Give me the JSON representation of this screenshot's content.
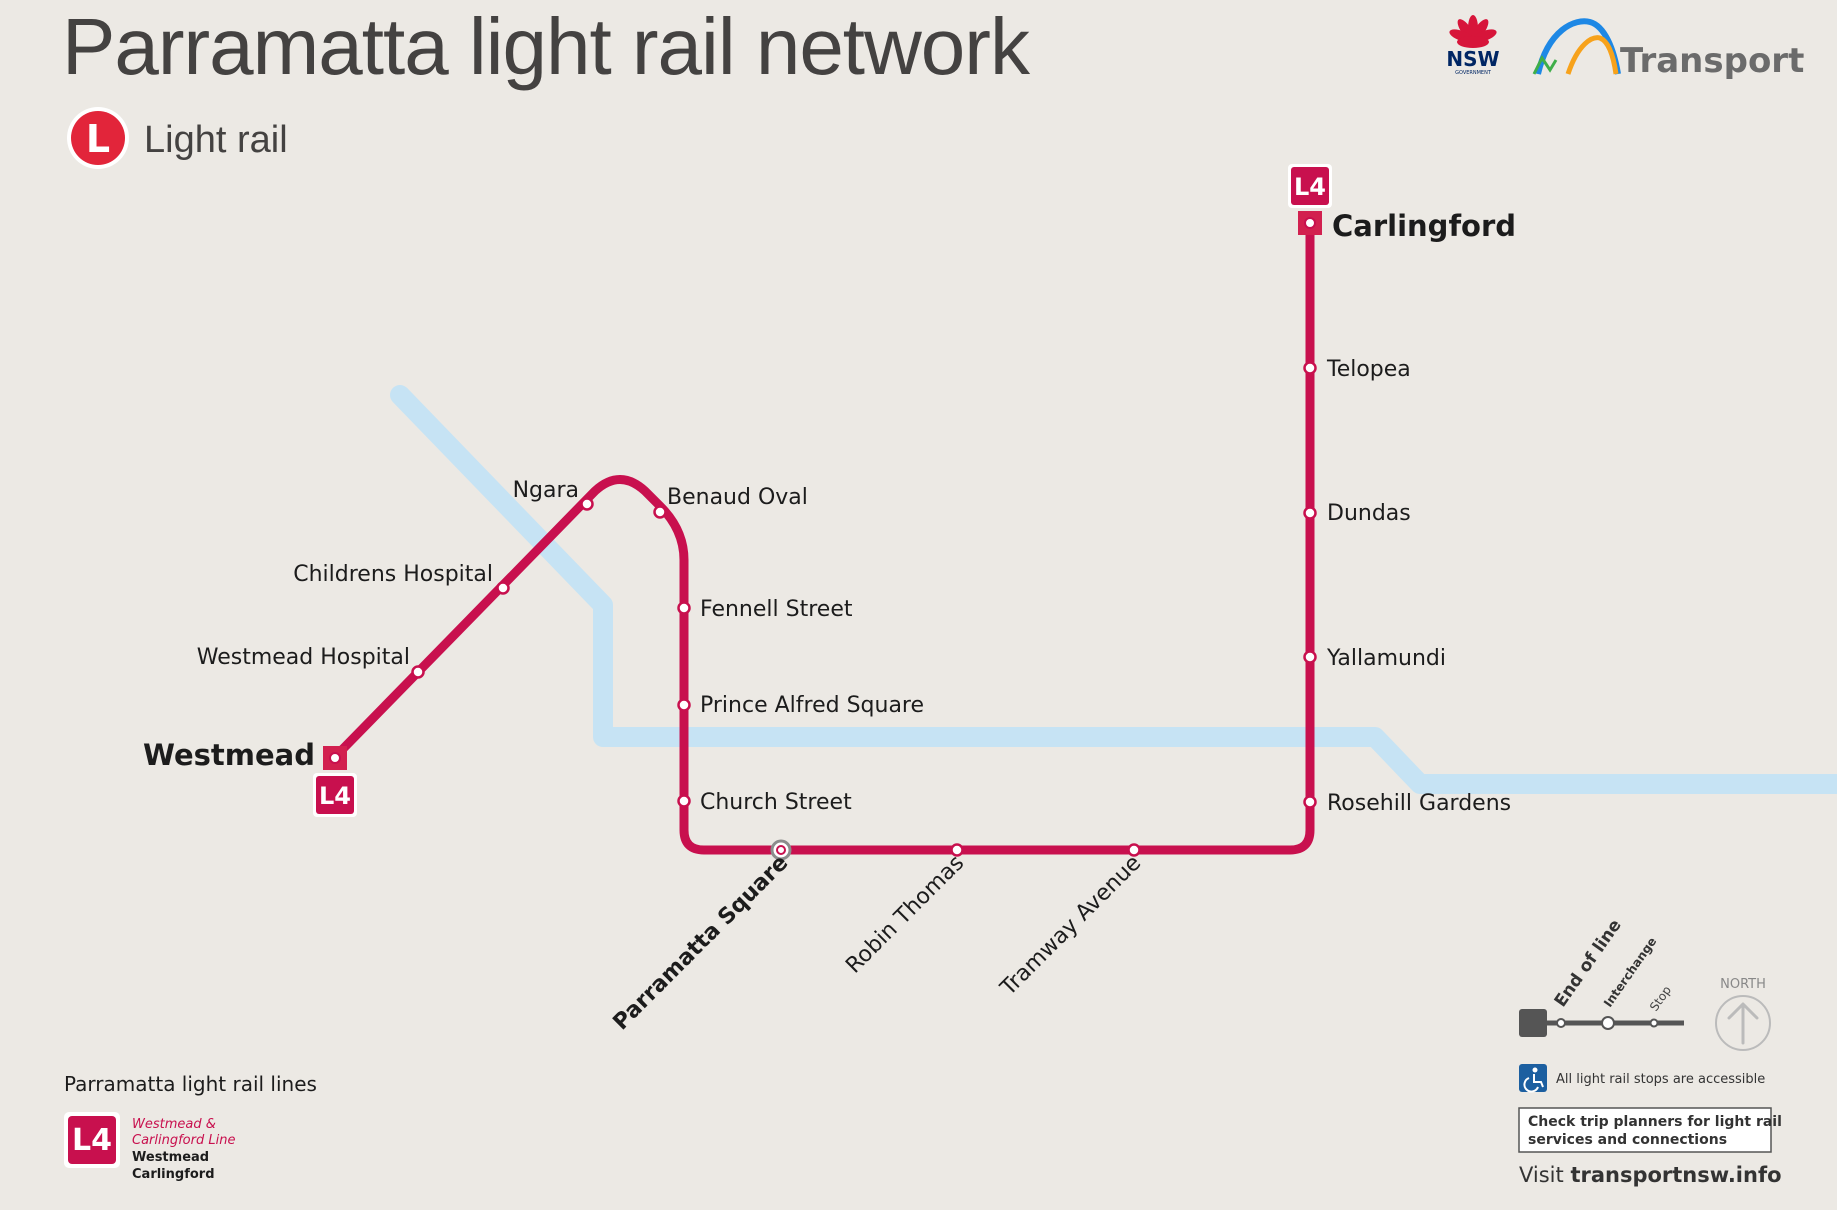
{
  "map": {
    "title": "Parramatta light rail network",
    "mode": {
      "badge": "L",
      "label": "Light rail"
    },
    "agency": {
      "nsw_label": "NSW",
      "nsw_sub": "GOVERNMENT",
      "transport_label": "Transport"
    },
    "colors": {
      "background": "#ece9e4",
      "line_l4": "#c8104e",
      "river": "#c6e3f4",
      "light_rail_mode": "#e2253a",
      "title_text": "#444241"
    },
    "line": {
      "id": "L4",
      "badge": "L4"
    },
    "stops": {
      "westmead": "Westmead",
      "westmead_hospital": "Westmead Hospital",
      "childrens_hospital": "Childrens Hospital",
      "ngara": "Ngara",
      "benaud_oval": "Benaud Oval",
      "fennell_street": "Fennell Street",
      "prince_alfred_square": "Prince Alfred Square",
      "church_street": "Church Street",
      "parramatta_square": "Parramatta Square",
      "robin_thomas": "Robin Thomas",
      "tramway_avenue": "Tramway Avenue",
      "rosehill_gardens": "Rosehill Gardens",
      "yallamundi": "Yallamundi",
      "dundas": "Dundas",
      "telopea": "Telopea",
      "carlingford": "Carlingford"
    },
    "legend": {
      "lines_title": "Parramatta light rail lines",
      "line_name_1": "Westmead &",
      "line_name_2": "Carlingford Line",
      "line_term_1": "Westmead",
      "line_term_2": "Carlingford",
      "end_of_line": "End of line",
      "interchange": "Interchange",
      "stop": "Stop",
      "north": "NORTH",
      "accessible": "All light rail stops are accessible",
      "trip_line_1": "Check trip planners for light rail",
      "trip_line_2": "services and connections",
      "visit_prefix": "Visit ",
      "visit_site": "transportnsw.info"
    }
  }
}
